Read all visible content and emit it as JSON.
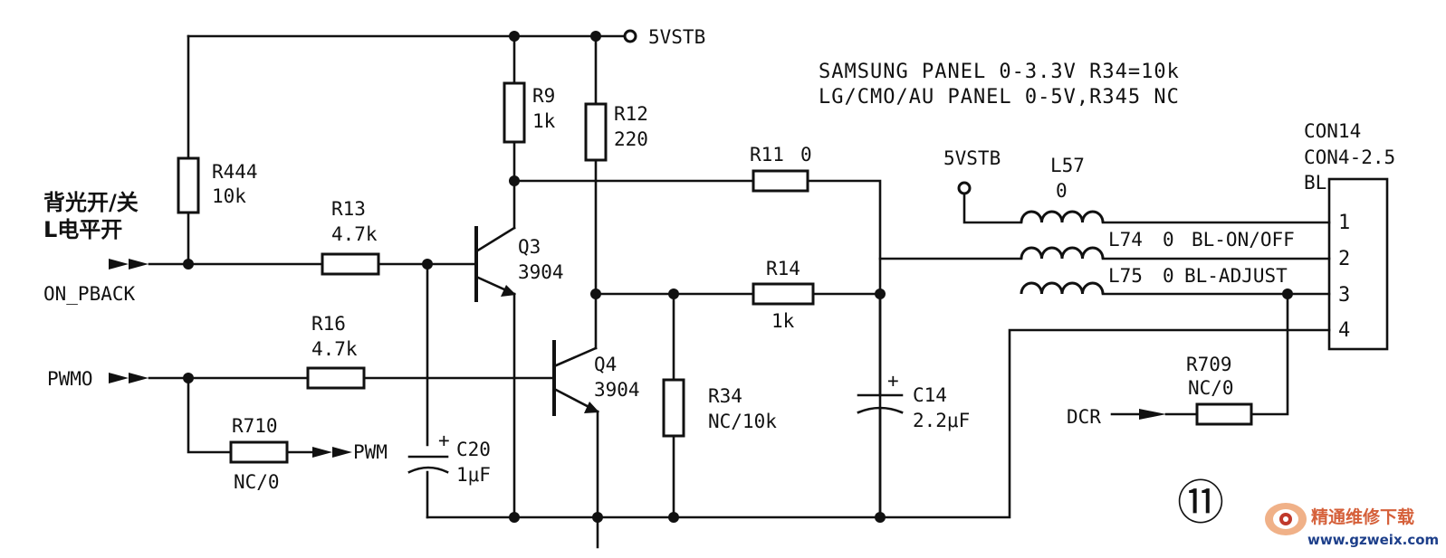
{
  "supply": "5VSTB",
  "notes": [
    "SAMSUNG PANEL 0-3.3V R34=10k",
    "LG/CMO/AU PANEL 0-5V,R345 NC"
  ],
  "inputs": {
    "backlight_cn_line1": "背光开/关",
    "backlight_cn_line2": "L电平开",
    "on_pback": "ON_PBACK",
    "pwmo": "PWMO",
    "pwm": "PWM",
    "dcr": "DCR"
  },
  "components": {
    "r444": {
      "ref": "R444",
      "value": "10k"
    },
    "r13": {
      "ref": "R13",
      "value": "4.7k"
    },
    "r16": {
      "ref": "R16",
      "value": "4.7k"
    },
    "r710": {
      "ref": "R710",
      "value": "NC/0"
    },
    "r9": {
      "ref": "R9",
      "value": "1k"
    },
    "r12": {
      "ref": "R12",
      "value": "220"
    },
    "r11": {
      "ref": "R11",
      "value": "0"
    },
    "r14": {
      "ref": "R14",
      "value": "1k"
    },
    "r34": {
      "ref": "R34",
      "value": "NC/10k"
    },
    "r709": {
      "ref": "R709",
      "value": "NC/0"
    },
    "c20": {
      "ref": "C20",
      "value": "1μF",
      "polarity": "+"
    },
    "c14": {
      "ref": "C14",
      "value": "2.2μF",
      "polarity": "+"
    },
    "q3": {
      "ref": "Q3",
      "value": "3904"
    },
    "q4": {
      "ref": "Q4",
      "value": "3904"
    },
    "l57": {
      "ref": "L57",
      "value": "0"
    },
    "l74": {
      "ref": "L74",
      "value": "0",
      "signal": "BL-ON/OFF"
    },
    "l75": {
      "ref": "L75",
      "value": "0",
      "signal": "BL-ADJUST"
    }
  },
  "connector": {
    "ref": "CON14",
    "type": "CON4-2.5",
    "name": "BL",
    "pins": [
      "1",
      "2",
      "3",
      "4"
    ]
  },
  "figure_number": "⑪",
  "watermark": {
    "line1": "精通维修下载",
    "line2": "www.gzweix.com"
  }
}
